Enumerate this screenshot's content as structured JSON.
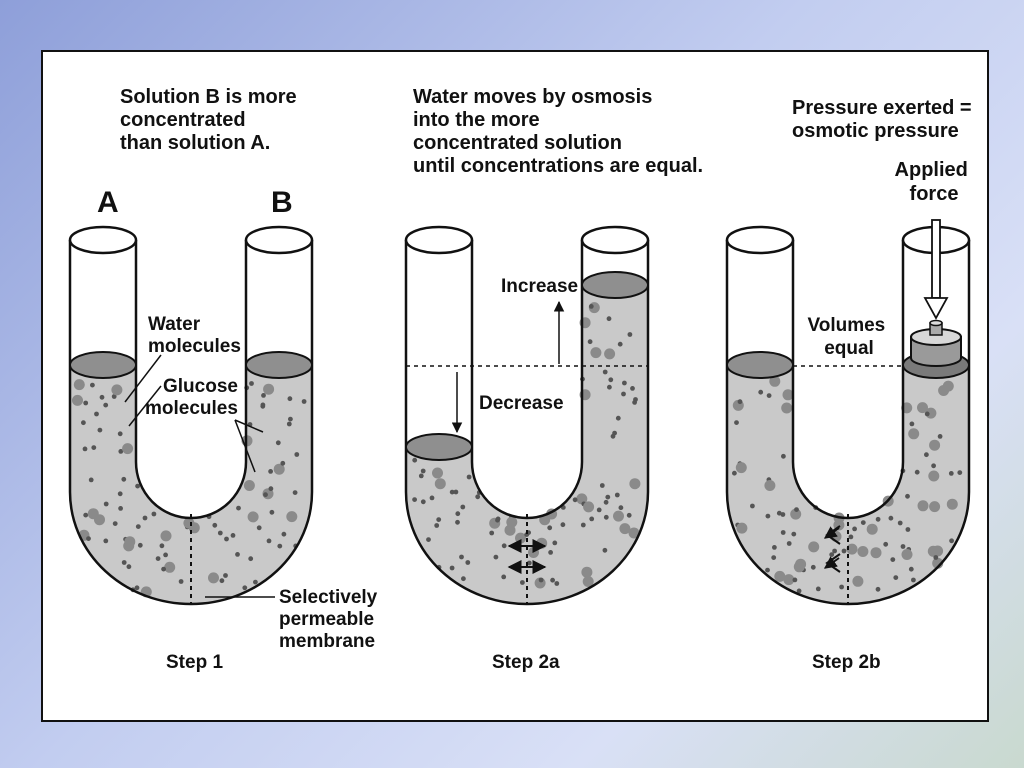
{
  "colors": {
    "liquid": "#c9c9c9",
    "surface": "#8f8f8f",
    "dot_small": "#555555",
    "dot_large": "#8a8a8a",
    "outline": "#111111"
  },
  "panels": [
    {
      "caption_lines": [
        "Solution B is more",
        "concentrated",
        "than solution A."
      ],
      "tube_a_label": "A",
      "tube_b_label": "B",
      "water_label_lines": [
        "Water",
        "molecules"
      ],
      "glucose_label_lines": [
        "Glucose",
        "molecules"
      ],
      "membrane_label_lines": [
        "Selectively",
        "permeable",
        "membrane"
      ],
      "step_label": "Step 1"
    },
    {
      "caption_lines": [
        "Water moves by osmosis",
        "into the more",
        "concentrated solution",
        "until concentrations are equal."
      ],
      "increase_label": "Increase",
      "decrease_label": "Decrease",
      "step_label": "Step 2a"
    },
    {
      "caption_lines": [
        "Pressure exerted =",
        "osmotic pressure"
      ],
      "force_label_lines": [
        "Applied",
        "force"
      ],
      "volumes_label_lines": [
        "Volumes",
        "equal"
      ],
      "step_label": "Step 2b"
    }
  ]
}
